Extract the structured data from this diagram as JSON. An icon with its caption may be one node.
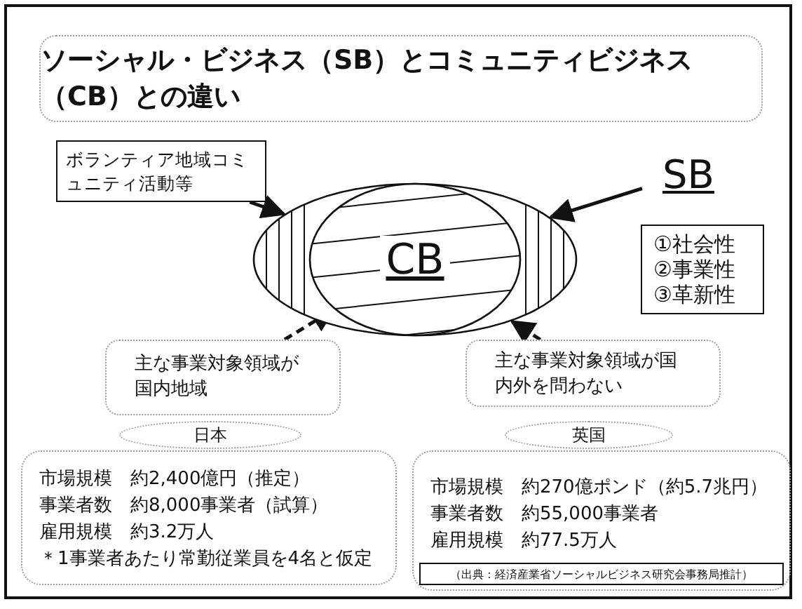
{
  "diagram": {
    "nodes": [
      {
        "text": [
          "ソーシャル・ビジネス（SB）とコミュニティビジネス（CB）との違い"
        ]
      },
      {
        "text": [
          "ボランティア地域コミュニティ活動等"
        ]
      },
      {
        "text": [],
        "shape": "ellipse"
      },
      {
        "text": [
          "CB"
        ],
        "in": 2
      },
      {
        "text": [
          "SB"
        ]
      },
      {
        "text": [
          "①社会性②事業性③革新性"
        ]
      },
      {
        "text": [
          "主な事業対象領域が国内地域"
        ]
      },
      {
        "text": [
          "主な事業対象領域が国内外を問わない"
        ]
      },
      {
        "text": [
          "日本"
        ]
      },
      {
        "text": [
          "市場規模　約2,400億円（推定）",
          "事業者数　約8,000事業者（試算）",
          "雇用規模　約3.2万人",
          "＊1事業者あたり常勤従業員を4名と仮定"
        ]
      },
      {
        "text": [
          "英国"
        ]
      },
      {
        "text": [
          "市場規模　約270億ポンド（約5.7兆円）",
          "事業者数　約55,000事業者",
          "雇用規模　約77.5万人"
        ]
      },
      {
        "text": [
          "（出典：経済産業省ソーシャルビジネス研究会事務局推計）"
        ],
        "in": 11
      }
    ],
    "edges": [
      {
        "from": 1,
        "to": 2,
        "arrow": "to"
      },
      {
        "from": 4,
        "to": 2,
        "arrow": "to"
      },
      {
        "from": 6,
        "to": 3,
        "arrow": "to",
        "style": "dashed"
      },
      {
        "from": 7,
        "to": 2,
        "arrow": "to",
        "style": "dashed"
      }
    ]
  }
}
